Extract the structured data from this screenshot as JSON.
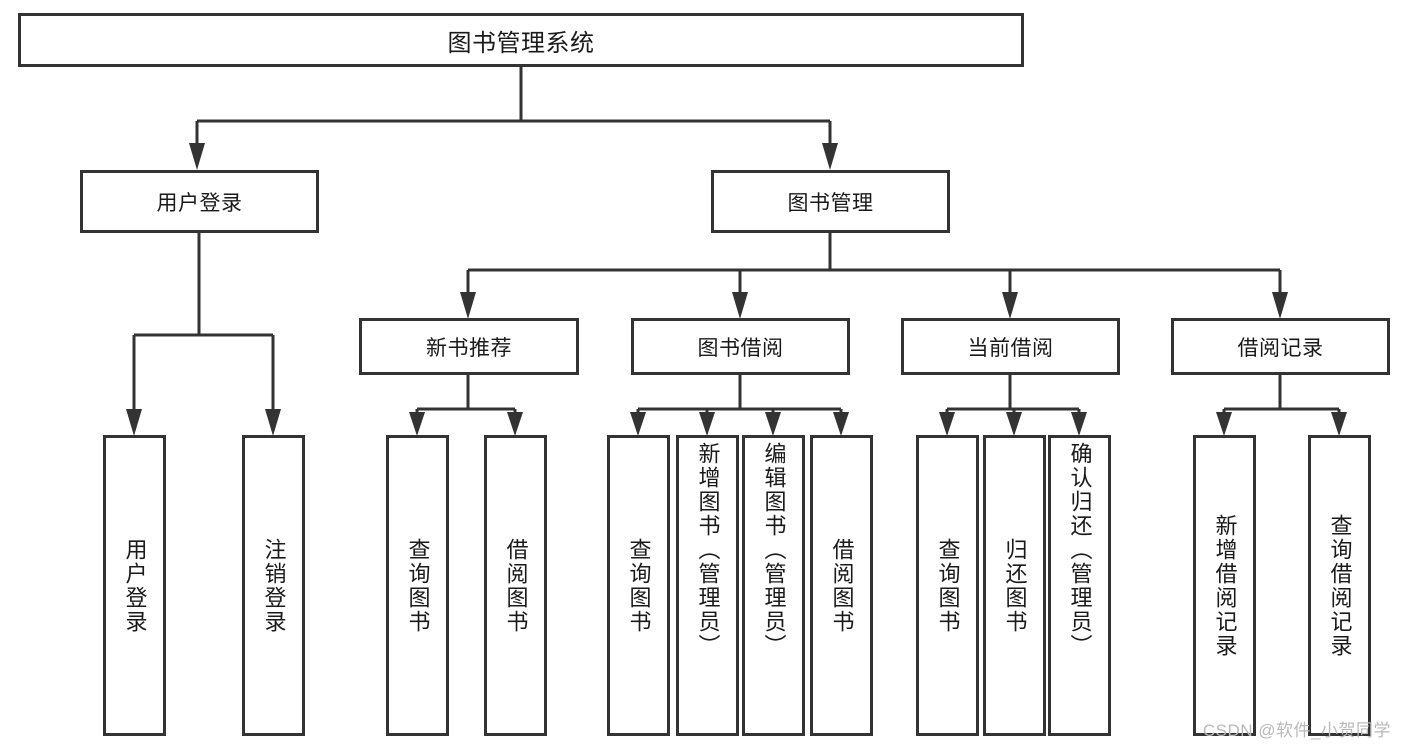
{
  "diagram": {
    "type": "hierarchy-tree",
    "title": "图书管理系统",
    "root": {
      "id": "root",
      "label": "图书管理系统"
    },
    "level2": [
      {
        "id": "user-login",
        "label": "用户登录"
      },
      {
        "id": "book-manage",
        "label": "图书管理"
      }
    ],
    "level3": [
      {
        "id": "new-book-recommend",
        "label": "新书推荐",
        "parent": "book-manage"
      },
      {
        "id": "book-borrow",
        "label": "图书借阅",
        "parent": "book-manage"
      },
      {
        "id": "current-borrow",
        "label": "当前借阅",
        "parent": "book-manage"
      },
      {
        "id": "borrow-record",
        "label": "借阅记录",
        "parent": "book-manage"
      }
    ],
    "leaves": [
      {
        "id": "leaf-user-login",
        "label": "用户登录",
        "parent": "user-login"
      },
      {
        "id": "leaf-logout-login",
        "label": "注销登录",
        "parent": "user-login"
      },
      {
        "id": "leaf-query-book-1",
        "label": "查询图书",
        "parent": "new-book-recommend"
      },
      {
        "id": "leaf-borrow-book-1",
        "label": "借阅图书",
        "parent": "new-book-recommend"
      },
      {
        "id": "leaf-query-book-2",
        "label": "查询图书",
        "parent": "book-borrow"
      },
      {
        "id": "leaf-add-book",
        "label": "新增图书（管理员）",
        "parent": "book-borrow"
      },
      {
        "id": "leaf-edit-book",
        "label": "编辑图书（管理员）",
        "parent": "book-borrow"
      },
      {
        "id": "leaf-borrow-book-2",
        "label": "借阅图书",
        "parent": "book-borrow"
      },
      {
        "id": "leaf-query-book-3",
        "label": "查询图书",
        "parent": "current-borrow"
      },
      {
        "id": "leaf-return-book",
        "label": "归还图书",
        "parent": "current-borrow"
      },
      {
        "id": "leaf-confirm-return",
        "label": "确认归还（管理员）",
        "parent": "current-borrow"
      },
      {
        "id": "leaf-add-record",
        "label": "新增借阅记录",
        "parent": "borrow-record"
      },
      {
        "id": "leaf-query-record",
        "label": "查询借阅记录",
        "parent": "borrow-record"
      }
    ],
    "watermark": "CSDN @软件_小贺同学",
    "colors": {
      "stroke": "#333333",
      "fill": "#ffffff",
      "text": "#1a1a1a",
      "watermark": "#b9b9b9"
    }
  }
}
